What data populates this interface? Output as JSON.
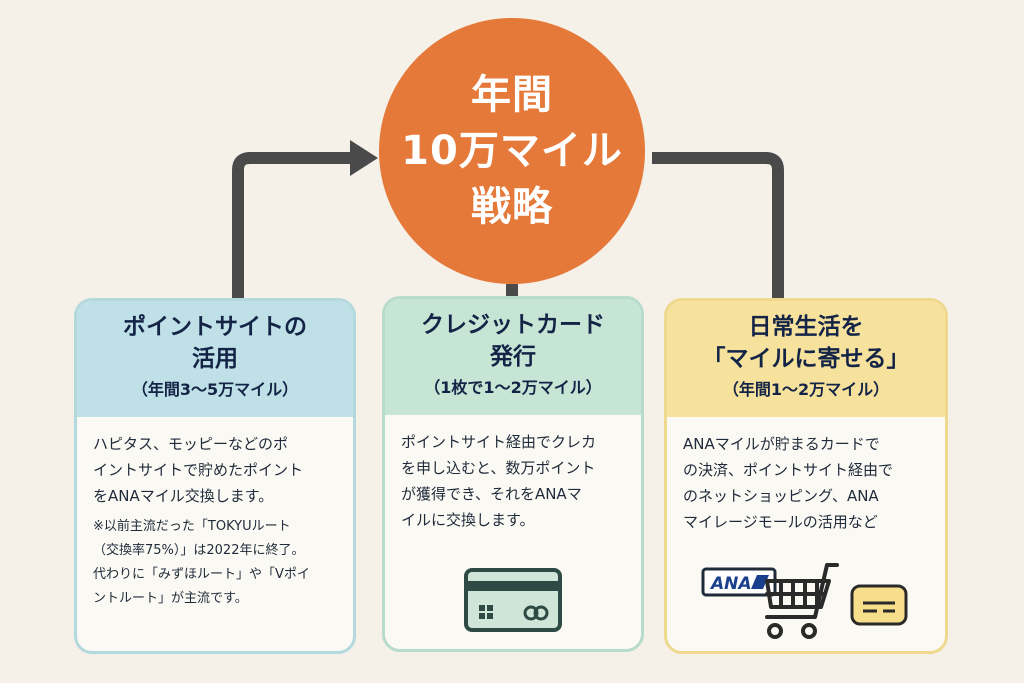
{
  "hub": {
    "line1": "年間",
    "line2": "10万マイル",
    "line3": "戦略"
  },
  "cards": {
    "points": {
      "title_1": "ポイントサイトの",
      "title_2": "活用",
      "sub": "（年間3〜5万マイル）",
      "body_1": "ハピタス、モッピーなどのポ",
      "body_2": "イントサイトで貯めたポイント",
      "body_3": "をANAマイル交換します。",
      "note_1": "※以前主流だった「TOKYUルート",
      "note_2": "（交換率75%）」は2022年に終了。",
      "note_3": "代わりに「みずほルート」や「Vポイ",
      "note_4": "ントルート」が主流です。"
    },
    "credit": {
      "title_1": "クレジットカード",
      "title_2": "発行",
      "sub": "（1枚で1〜2万マイル）",
      "body_1": "ポイントサイト経由でクレカ",
      "body_2": "を申し込むと、数万ポイント",
      "body_3": "が獲得でき、それをANAマ",
      "body_4": "イルに交換します。"
    },
    "daily": {
      "title_1": "日常生活を",
      "title_2": "「マイルに寄せる」",
      "sub": "（年間1〜2万マイル）",
      "body_1": "ANAマイルが貯まるカードで",
      "body_2": "の決済、ポイントサイト経由で",
      "body_3": "のネットショッピング、ANA",
      "body_4": "マイレージモールの活用など",
      "logo_text": "ANA"
    }
  },
  "colors": {
    "hub": "#e5793a",
    "connector": "#4a4a4a",
    "points_header": "#bfe0e6",
    "credit_header": "#c7e5d5",
    "daily_header": "#f6e29c"
  },
  "icons": [
    "credit-card-icon",
    "ana-logo-icon",
    "shopping-cart-icon",
    "card-icon"
  ]
}
